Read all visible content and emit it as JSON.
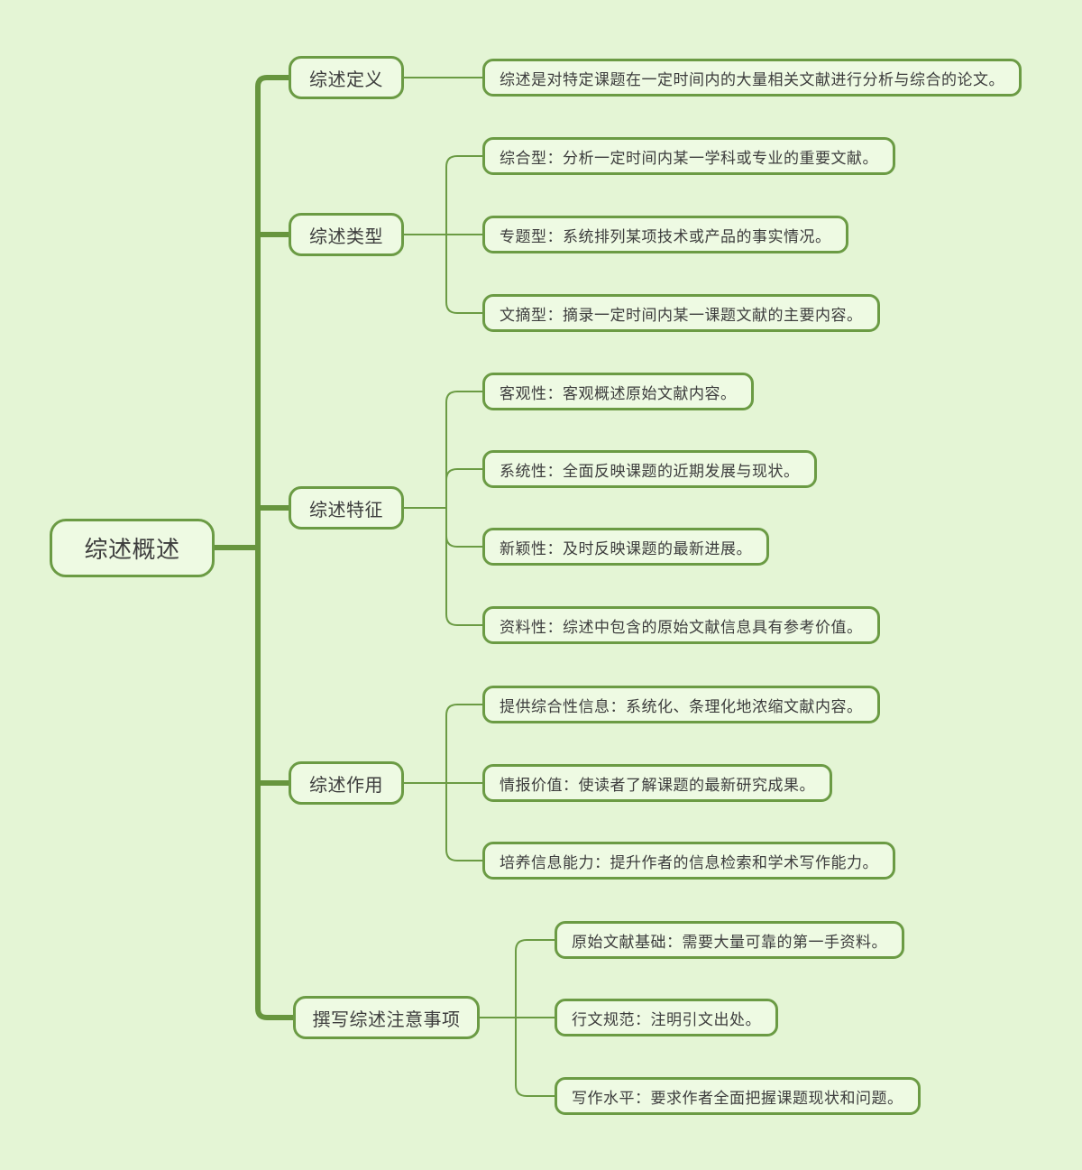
{
  "root": {
    "label": "综述概述"
  },
  "branches": [
    {
      "label": "综述定义",
      "children": [
        "综述是对特定课题在一定时间内的大量相关文献进行分析与综合的论文。"
      ]
    },
    {
      "label": "综述类型",
      "children": [
        "综合型：分析一定时间内某一学科或专业的重要文献。",
        "专题型：系统排列某项技术或产品的事实情况。",
        "文摘型：摘录一定时间内某一课题文献的主要内容。"
      ]
    },
    {
      "label": "综述特征",
      "children": [
        "客观性：客观概述原始文献内容。",
        "系统性：全面反映课题的近期发展与现状。",
        "新颖性：及时反映课题的最新进展。",
        "资料性：综述中包含的原始文献信息具有参考价值。"
      ]
    },
    {
      "label": "综述作用",
      "children": [
        "提供综合性信息：系统化、条理化地浓缩文献内容。",
        "情报价值：使读者了解课题的最新研究成果。",
        "培养信息能力：提升作者的信息检索和学术写作能力。"
      ]
    },
    {
      "label": "撰写综述注意事项",
      "children": [
        "原始文献基础：需要大量可靠的第一手资料。",
        "行文规范：注明引文出处。",
        "写作水平：要求作者全面把握课题现状和问题。"
      ]
    }
  ],
  "colors": {
    "background": "#e4f5d5",
    "node_fill": "#eefae3",
    "node_border": "#6b9b44",
    "trunk_line": "#67953e",
    "text": "#3d3d3d"
  }
}
